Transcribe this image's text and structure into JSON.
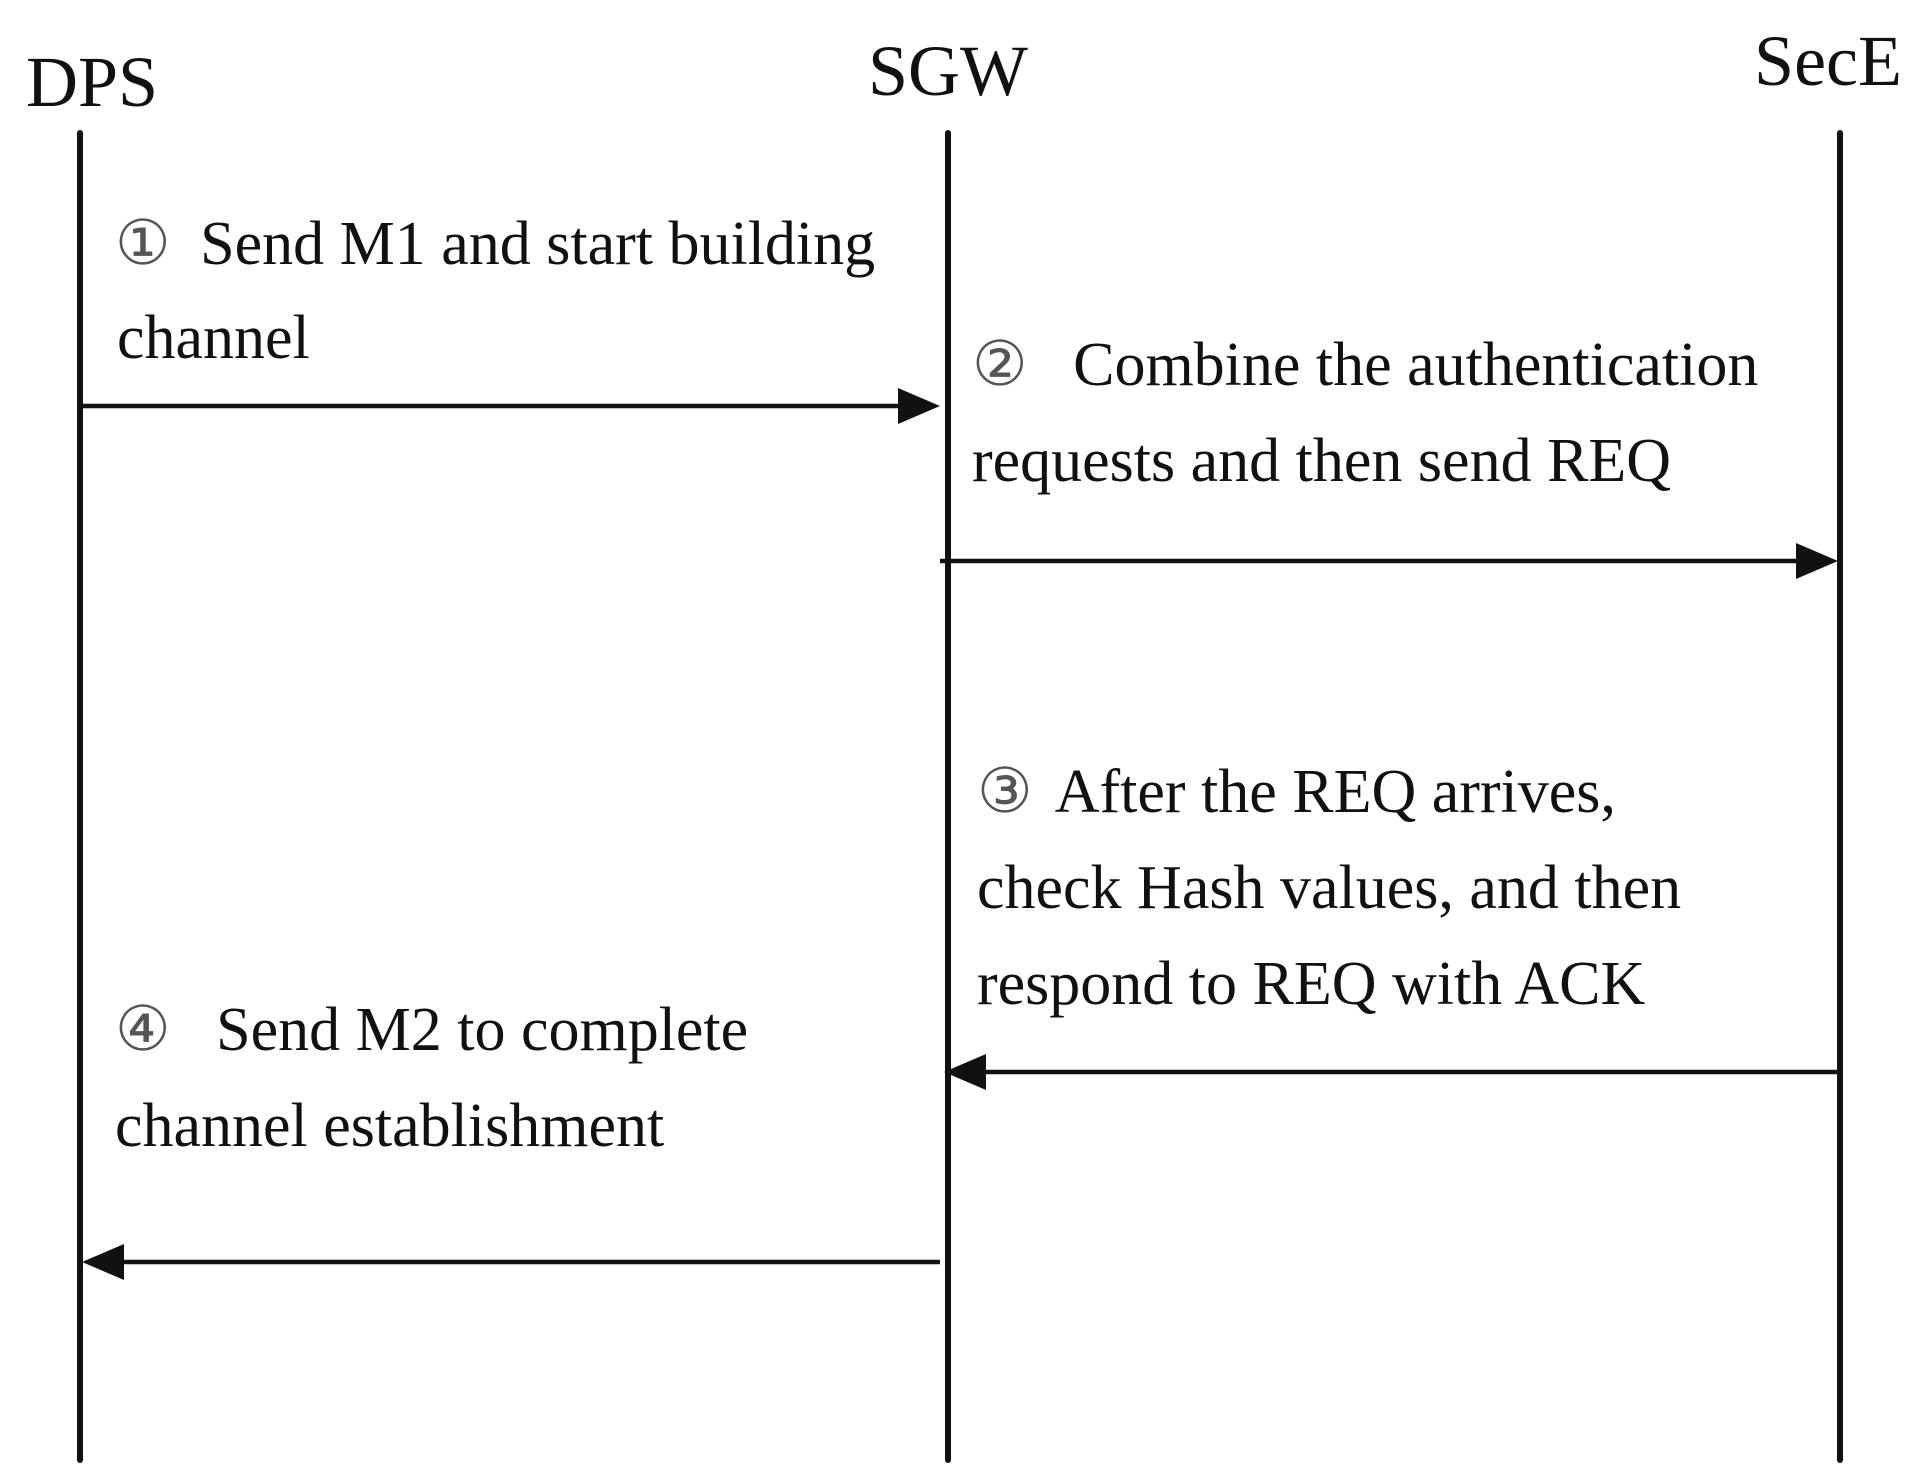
{
  "participants": [
    {
      "id": "dps",
      "label": "DPS"
    },
    {
      "id": "sgw",
      "label": "SGW"
    },
    {
      "id": "sece",
      "label": "SecE"
    }
  ],
  "messages": [
    {
      "marker": "①",
      "from": "dps",
      "to": "sgw",
      "lines": [
        "Send M1 and start building",
        "channel"
      ]
    },
    {
      "marker": "②",
      "from": "sgw",
      "to": "sece",
      "lines": [
        "Combine the authentication",
        "requests and then send REQ"
      ]
    },
    {
      "marker": "③",
      "from": "sece",
      "to": "sgw",
      "lines": [
        "After the REQ arrives,",
        "check Hash values, and then",
        "respond to REQ with ACK"
      ]
    },
    {
      "marker": "④",
      "from": "sgw",
      "to": "dps",
      "lines": [
        "Send M2  to complete",
        "channel establishment"
      ]
    }
  ]
}
